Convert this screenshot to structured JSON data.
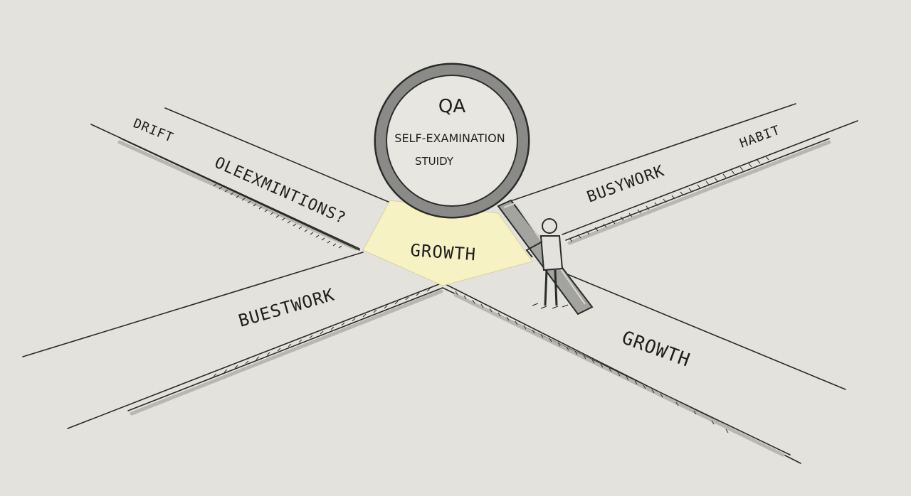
{
  "colors": {
    "background": "#e4e2dc",
    "ink": "#1e1e1e",
    "spotlight": "#f7f2c4",
    "lens_ring": "#8a8a88"
  },
  "lens": {
    "title": "QA",
    "line1": "SELF-EXAMINATION",
    "line2": "STUIDY"
  },
  "labels": {
    "drift": "DRIFT",
    "oleexmintions": "OLEEXMINTIONS?",
    "habit": "HABIT",
    "busywork": "BUSYWORK",
    "growth_center": "GROWTH",
    "buestwork": "BUESTWORK",
    "growth_road": "GROWTH"
  },
  "icons": {
    "magnifier": "magnifying-glass-icon",
    "person": "person-figure-icon"
  }
}
